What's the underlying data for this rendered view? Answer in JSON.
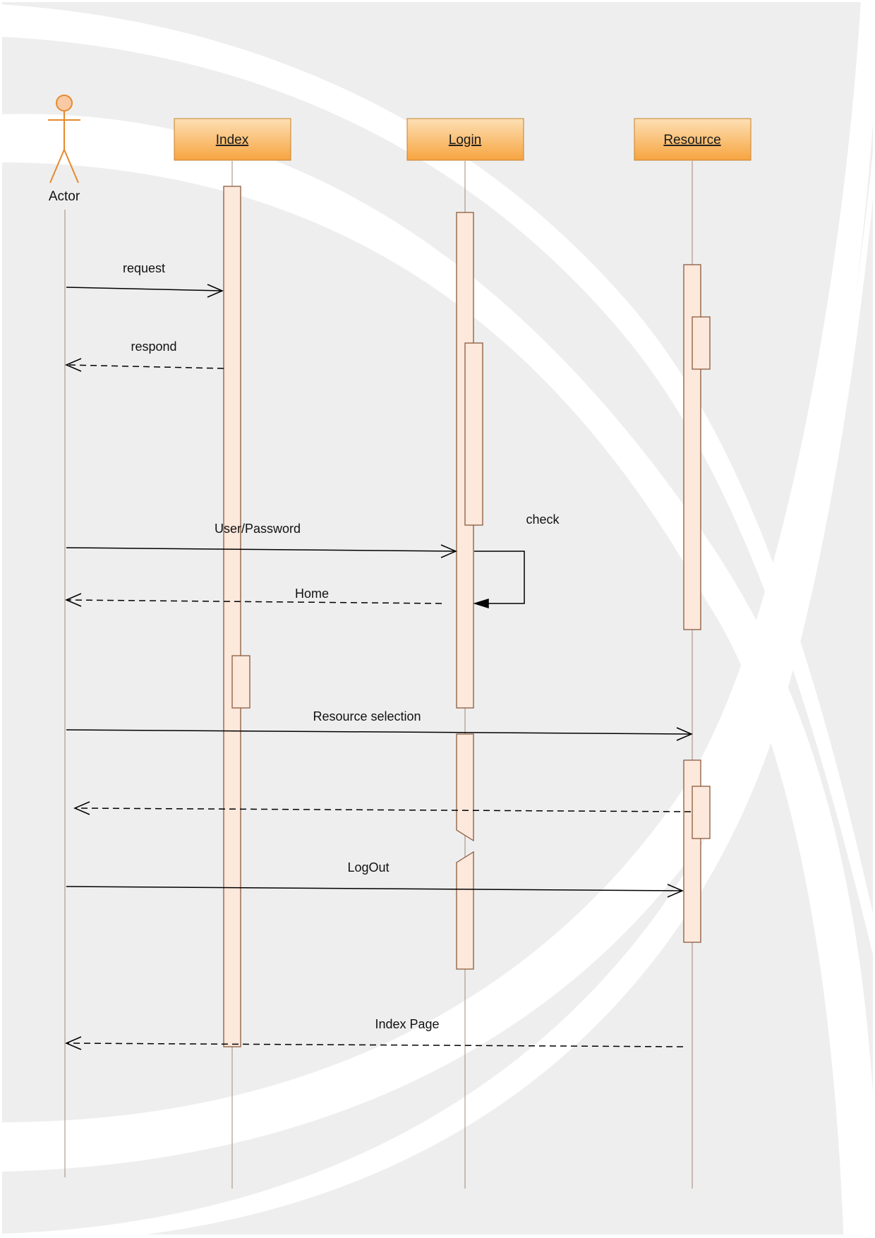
{
  "diagram": {
    "type": "uml-sequence",
    "actor": {
      "label": "Actor"
    },
    "lifelines": [
      {
        "label": "Index"
      },
      {
        "label": "Login"
      },
      {
        "label": "Resource"
      }
    ],
    "messages": [
      {
        "label": "request",
        "kind": "sync"
      },
      {
        "label": "respond",
        "kind": "return"
      },
      {
        "label": "User/Password",
        "kind": "sync"
      },
      {
        "label": "check",
        "kind": "self"
      },
      {
        "label": "Home",
        "kind": "return"
      },
      {
        "label": "Resource selection",
        "kind": "sync"
      },
      {
        "label": "",
        "kind": "return"
      },
      {
        "label": "LogOut",
        "kind": "sync"
      },
      {
        "label": "Index Page",
        "kind": "return"
      }
    ]
  },
  "colors": {
    "page_background": "#ffffff",
    "panel_background": "#eeeeee",
    "header_gradient_top": "#fde0b4",
    "header_gradient_bottom": "#f7a440",
    "header_border": "#c4812e",
    "activation_fill": "#fde8dc",
    "activation_border": "#8a5a3c",
    "lifeline_stroke": "#a48878",
    "actor_stroke": "#e58a2e",
    "actor_head_fill": "#f9c9a4",
    "message_stroke": "#000000"
  }
}
